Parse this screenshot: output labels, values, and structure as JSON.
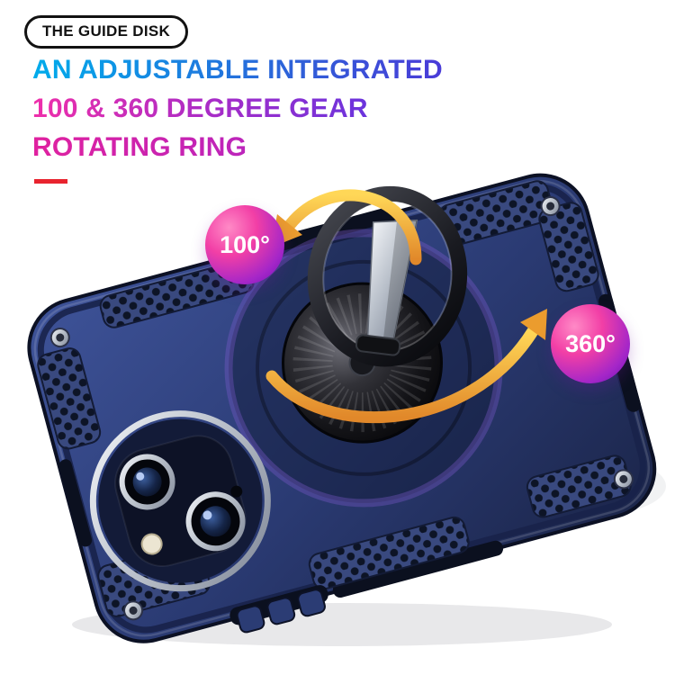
{
  "badge": {
    "label": "THE GUIDE DISK"
  },
  "heading": {
    "line1": "AN ADJUSTABLE INTEGRATED",
    "line2": "100 & 360 DEGREE GEAR",
    "line3": "ROTATING RING"
  },
  "callouts": {
    "left": "100°",
    "right": "360°"
  },
  "icons": {
    "left_arrow": "rotation-arrow-counterclockwise-icon",
    "right_arrow": "rotation-arrow-clockwise-icon"
  },
  "colors": {
    "heading_blue": "#00aceb",
    "heading_indigo": "#4a3bd8",
    "heading_pink": "#ef2faa",
    "heading_purple": "#6a34dd",
    "heading_magenta": "#e0219f",
    "accent_red": "#e8232e",
    "case_navy": "#2e4080",
    "arrow_gold": "#f0a231",
    "callout_pink": "#ff5fb0",
    "callout_purple": "#7a18c8"
  }
}
